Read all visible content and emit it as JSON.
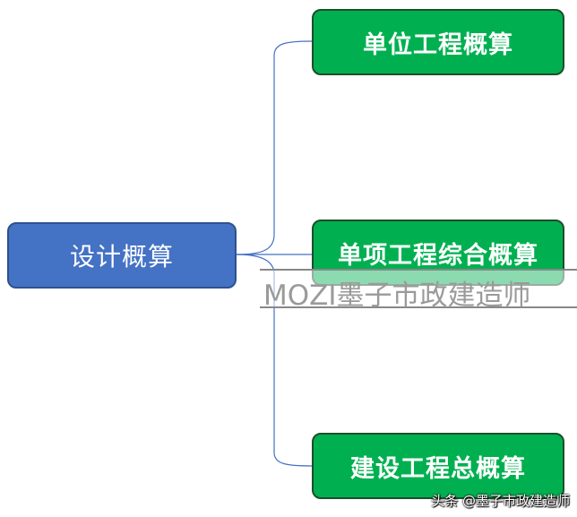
{
  "diagram": {
    "root": {
      "label": "设计概算",
      "color": "#4472c4"
    },
    "children": [
      {
        "label": "单位工程概算",
        "color": "#00b050"
      },
      {
        "label": "单项工程综合概算",
        "color": "#00b050"
      },
      {
        "label": "建设工程总概算",
        "color": "#00b050"
      }
    ],
    "connector_color": "#4472c4"
  },
  "watermark": {
    "text": "MOZI墨子市政建造师"
  },
  "footer": {
    "credit": "头条 @墨子市政建造师"
  }
}
